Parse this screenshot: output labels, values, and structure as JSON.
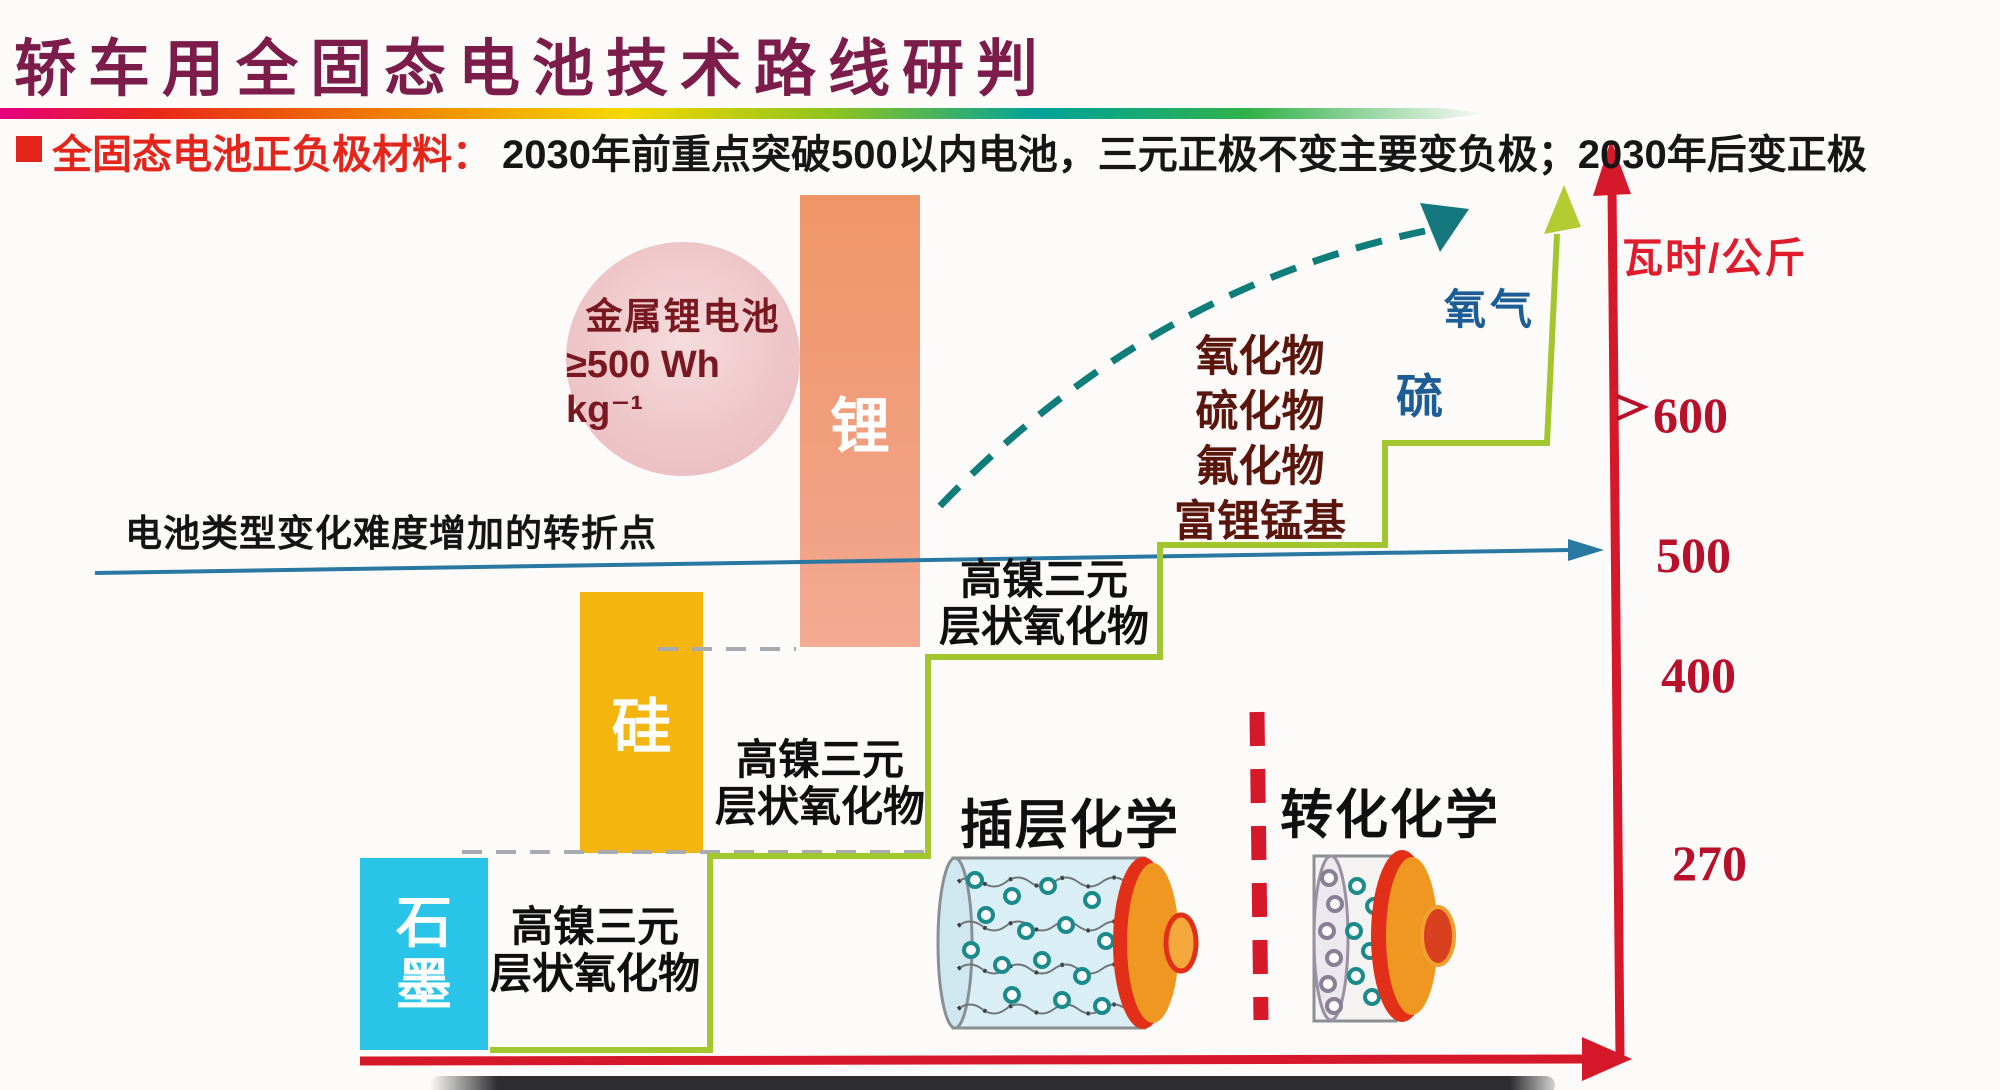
{
  "slide": {
    "title": "轿车用全固态电池技术路线研判",
    "subtitle": {
      "label": "全固态电池正负极材料：",
      "text": "2030年前重点突破500以内电池，三元正极不变主要变负极；2030年后变正极"
    }
  },
  "metal_li_circle": {
    "name": "金属锂电池",
    "energy": "≥500 Wh kg⁻¹"
  },
  "turning_point": {
    "label": "电池类型变化难度增加的转折点"
  },
  "bars": {
    "lithium": "锂",
    "silicon": "硅",
    "graphite_chars": [
      "石",
      "墨"
    ]
  },
  "cathode_boxes": [
    {
      "line1": "高镍三元",
      "line2": "层状氧化物"
    },
    {
      "line1": "高镍三元",
      "line2": "层状氧化物"
    },
    {
      "line1": "高镍三元",
      "line2": "层状氧化物"
    }
  ],
  "future_cathodes": [
    "氧化物",
    "硫化物",
    "氟化物",
    "富锂锰基"
  ],
  "labels": {
    "oxygen": "氧气",
    "sulfur": "硫"
  },
  "chemistry": {
    "intercalation": "插层化学",
    "conversion": "转化化学"
  },
  "axis": {
    "unit_label": "瓦时/公斤",
    "ticks": [
      "600",
      "500",
      "400",
      "270"
    ]
  },
  "colors": {
    "title_maroon": "#7b1c4a",
    "accent_red": "#e3251b",
    "axis_red": "#d6182b",
    "tick_red": "#b8102a",
    "staircase_green": "#a2c62d",
    "trend_teal": "#0f7d79",
    "turning_blue": "#2878a2",
    "navy_label": "#1d5d96",
    "oxide_maroon": "#5a150c",
    "lithium_salmon": "#f09a74",
    "silicon_yellow": "#f4b50f",
    "graphite_cyan": "#2ac4e9",
    "circle_pink": "#eec6c9"
  }
}
